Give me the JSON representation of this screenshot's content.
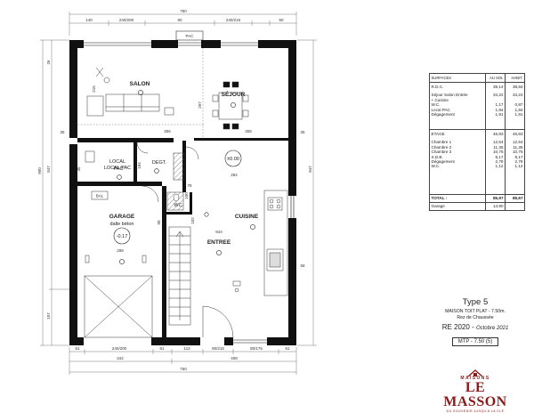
{
  "dimensions": {
    "top_total": "750",
    "top_segments": [
      "140",
      "240/200",
      "80",
      "240/215",
      "50"
    ],
    "top_pac": "PAC",
    "bottom_segments": [
      "51",
      "240/200",
      "61",
      "112",
      "90/215",
      "80/175",
      "61"
    ],
    "bottom_segments2": [
      "342",
      "408"
    ],
    "bottom_total": "750",
    "left_total": "900",
    "left_inner": "847",
    "left_parts": [
      "26",
      "107"
    ],
    "right_total": "847",
    "right_parts": [
      "36",
      "58"
    ],
    "interior": [
      "215",
      "297",
      "356",
      "308",
      "184",
      "284",
      "944",
      "298",
      "78",
      "102",
      "90",
      "45",
      "100"
    ]
  },
  "rooms": {
    "salon": "SALON",
    "sejour": "SÉJOUR",
    "local_pac": "LOCAL PAC",
    "degt": "DEGT.",
    "garage": "GARAGE",
    "garage_sub": "dalle béton",
    "garage_level": "-0.17",
    "level_000": "±0.00",
    "wc": "WC",
    "cuisine": "CUISINE",
    "entree": "ENTREE",
    "bal": "BAL"
  },
  "surfaces": {
    "col_label": "SURFACES",
    "col_sol": "AU SOL",
    "col_hab": "HABIT.",
    "rdc_title": "R.D.C.",
    "rdc_title_sol": "39,14",
    "rdc_title_hab": "38,84",
    "rdc_rows": [
      {
        "label": "Séjour Salon Entrée",
        "sol": "34,22",
        "hab": "34,22"
      },
      {
        "label": "+ Cuisine",
        "sol": "",
        "hab": ""
      },
      {
        "label": "W.C.",
        "sol": "1,17",
        "hab": "0,87"
      },
      {
        "label": "Local PAC",
        "sol": "1,84",
        "hab": "1,84"
      },
      {
        "label": "Dégagement",
        "sol": "1,91",
        "hab": "1,91"
      }
    ],
    "etage_title": "ETAGE",
    "etage_sol": "46,83",
    "etage_hab": "46,83",
    "etage_rows": [
      {
        "label": "Chambre 1",
        "sol": "12,54",
        "hab": "12,54"
      },
      {
        "label": "Chambre 2",
        "sol": "11,35",
        "hab": "11,35"
      },
      {
        "label": "Chambre 3",
        "sol": "10,76",
        "hab": "10,76"
      },
      {
        "label": "S.D.B.",
        "sol": "8,17",
        "hab": "8,17"
      },
      {
        "label": "Dégagement",
        "sol": "2,79",
        "hab": "2,79"
      },
      {
        "label": "W.C.",
        "sol": "1,12",
        "hab": "1,12"
      }
    ],
    "total_label": "TOTAL :",
    "total_sol": "85,97",
    "total_hab": "85,67",
    "garage_label": "Garage",
    "garage_sol": "14,90"
  },
  "title_block": {
    "type": "Type  5",
    "subtitle": "MAISON  TOIT PLAT - 7.50m.",
    "level": "Rez de Chaussée",
    "re": "RE 2020",
    "date": "Octobre 2021",
    "mtp": "MTP - 7.50 (5)"
  },
  "logo": {
    "top": "MAISONS",
    "name": "LE MASSON",
    "tagline": "DU SOUVENIR JUSQU'À LA CLÉ"
  },
  "colors": {
    "wall": "#111111",
    "hatch": "#555555",
    "logo": "#8a1c1c"
  }
}
